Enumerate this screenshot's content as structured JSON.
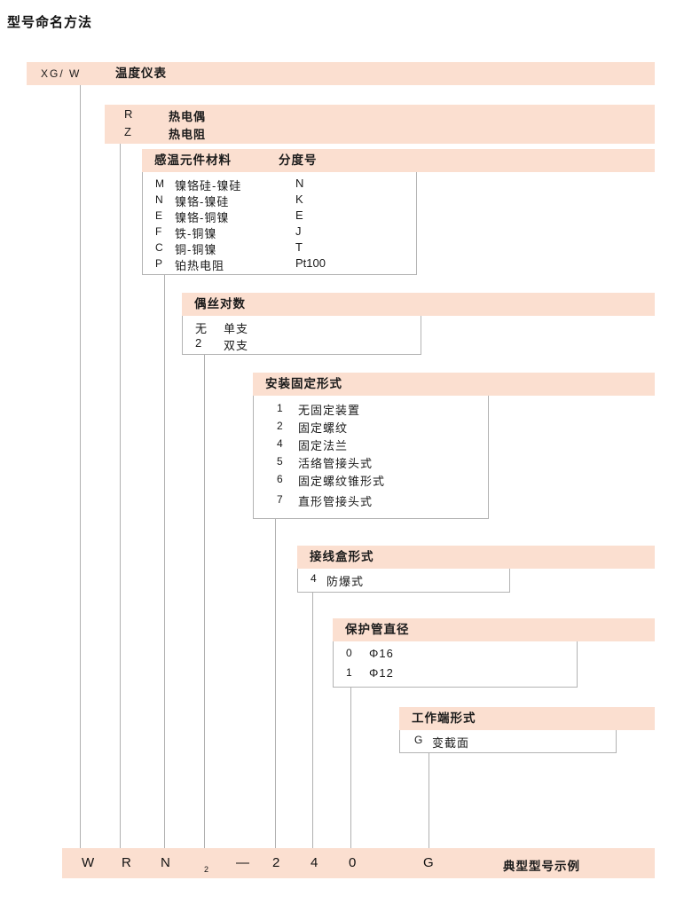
{
  "title": "型号命名方法",
  "levels": {
    "series": {
      "code": "XG/ W",
      "name": "温度仪表"
    },
    "type": {
      "rows": [
        {
          "code": "R",
          "name": "热电偶"
        },
        {
          "code": "Z",
          "name": "热电阻"
        }
      ]
    },
    "element": {
      "header_material": "感温元件材料",
      "header_grade": "分度号",
      "rows": [
        {
          "code": "M",
          "material": "镍铬硅-镍硅",
          "grade": "N"
        },
        {
          "code": "N",
          "material": "镍铬-镍硅",
          "grade": "K"
        },
        {
          "code": "E",
          "material": "镍铬-铜镍",
          "grade": "E"
        },
        {
          "code": "F",
          "material": "铁-铜镍",
          "grade": "J"
        },
        {
          "code": "C",
          "material": "铜-铜镍",
          "grade": "T"
        },
        {
          "code": "P",
          "material": "铂热电阻",
          "grade": "Pt100"
        }
      ]
    },
    "pairs": {
      "header": "偶丝对数",
      "rows": [
        {
          "code": "无",
          "name": "单支"
        },
        {
          "code": "2",
          "name": "双支"
        }
      ]
    },
    "mounting": {
      "header": "安装固定形式",
      "rows": [
        {
          "code": "1",
          "name": "无固定装置"
        },
        {
          "code": "2",
          "name": "固定螺纹"
        },
        {
          "code": "4",
          "name": "固定法兰"
        },
        {
          "code": "5",
          "name": "活络管接头式"
        },
        {
          "code": "6",
          "name": "固定螺纹锥形式"
        },
        {
          "code": "7",
          "name": "直形管接头式"
        }
      ]
    },
    "junction_box": {
      "header": "接线盒形式",
      "rows": [
        {
          "code": "4",
          "name": "防爆式"
        }
      ]
    },
    "tube_diameter": {
      "header": "保护管直径",
      "rows": [
        {
          "code": "0",
          "name": "Φ16"
        },
        {
          "code": "1",
          "name": "Φ12"
        }
      ]
    },
    "working_end": {
      "header": "工作端形式",
      "rows": [
        {
          "code": "G",
          "name": "变截面"
        }
      ]
    }
  },
  "example": {
    "chars": [
      "W",
      "R",
      "N",
      "—",
      "2",
      "4",
      "0",
      "G"
    ],
    "subscript": "2",
    "label": "典型型号示例"
  },
  "colors": {
    "band": "#fbdfd0",
    "box_border": "#b3b3b3",
    "connector": "#b0b0b0",
    "text": "#1a1a1a"
  }
}
